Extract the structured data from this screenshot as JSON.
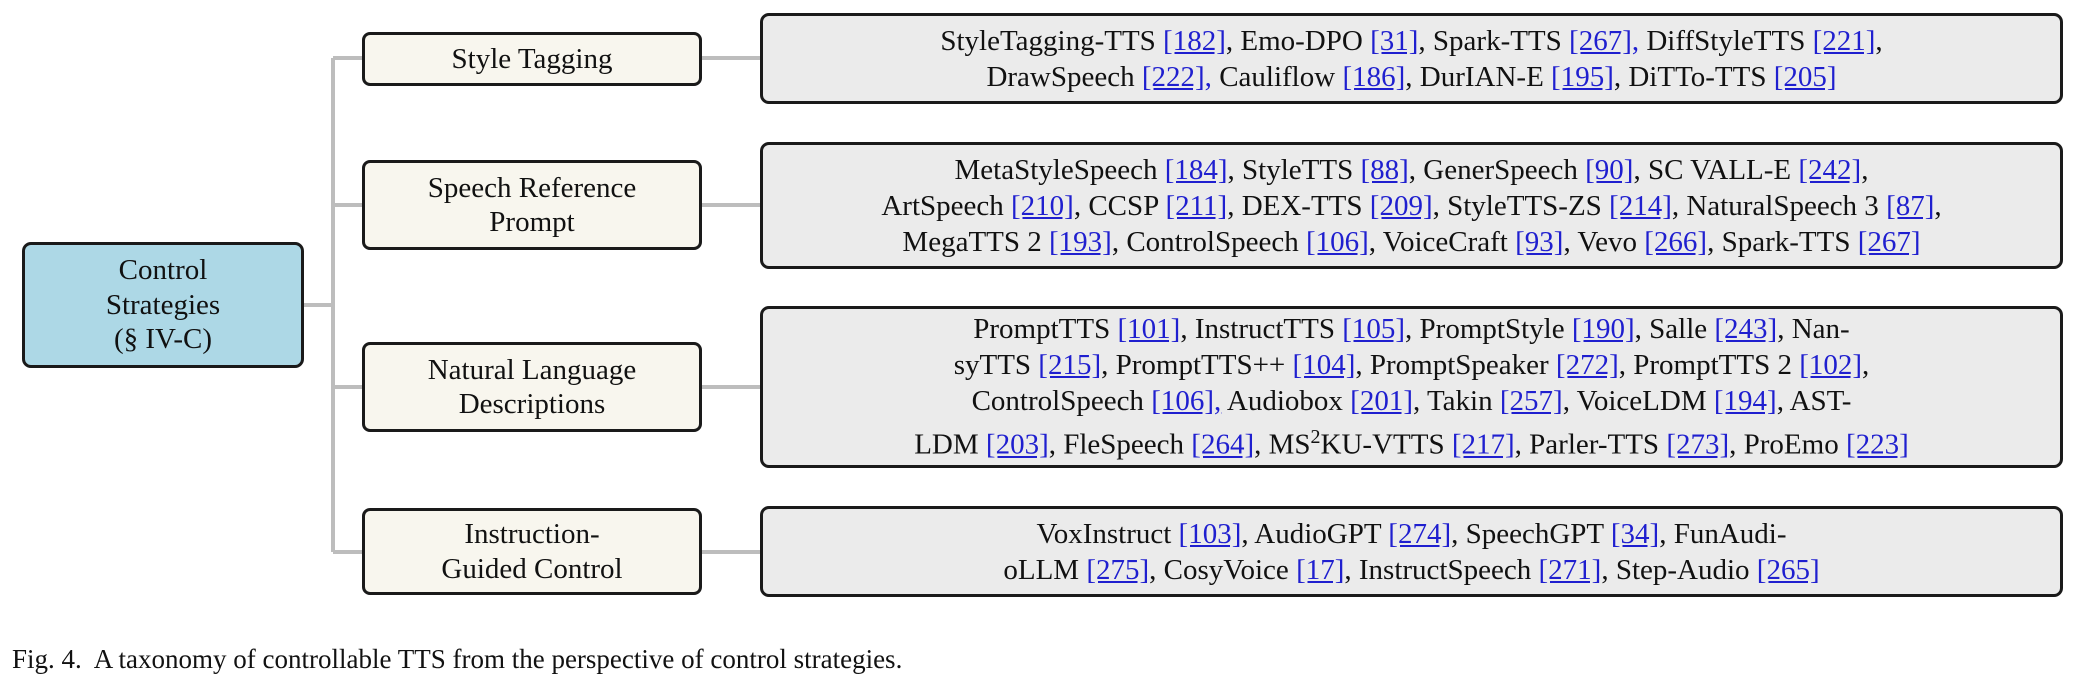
{
  "root": {
    "lines": [
      "Control",
      "Strategies",
      "(§ IV-C)"
    ]
  },
  "categories": [
    {
      "label_lines": [
        "Style Tagging"
      ],
      "lines": [
        [
          [
            "StyleTagging-TTS ",
            ""
          ],
          [
            "[182]",
            "ref"
          ],
          [
            ", Emo-DPO ",
            ""
          ],
          [
            "[31]",
            "ref"
          ],
          [
            ", Spark-TTS ",
            ""
          ],
          [
            "[267],",
            "ref"
          ],
          [
            " DiffStyleTTS ",
            ""
          ],
          [
            "[221]",
            "ref"
          ],
          [
            ",",
            ""
          ]
        ],
        [
          [
            "DrawSpeech ",
            ""
          ],
          [
            "[222],",
            "ref"
          ],
          [
            " Cauliflow ",
            ""
          ],
          [
            "[186]",
            "ref"
          ],
          [
            ", DurIAN-E ",
            ""
          ],
          [
            "[195]",
            "ref"
          ],
          [
            ", DiTTo-TTS ",
            ""
          ],
          [
            "[205]",
            "ref"
          ]
        ]
      ]
    },
    {
      "label_lines": [
        "Speech Reference",
        "Prompt"
      ],
      "lines": [
        [
          [
            "MetaStyleSpeech ",
            ""
          ],
          [
            "[184]",
            "ref"
          ],
          [
            ", StyleTTS ",
            ""
          ],
          [
            "[88]",
            "ref"
          ],
          [
            ", GenerSpeech ",
            ""
          ],
          [
            "[90]",
            "ref"
          ],
          [
            ", SC VALL-E ",
            ""
          ],
          [
            "[242]",
            "ref"
          ],
          [
            ",",
            ""
          ]
        ],
        [
          [
            "ArtSpeech ",
            ""
          ],
          [
            "[210]",
            "ref"
          ],
          [
            ", CCSP ",
            ""
          ],
          [
            "[211]",
            "ref"
          ],
          [
            ", DEX-TTS ",
            ""
          ],
          [
            "[209]",
            "ref"
          ],
          [
            ", StyleTTS-ZS ",
            ""
          ],
          [
            "[214]",
            "ref"
          ],
          [
            ", NaturalSpeech 3 ",
            ""
          ],
          [
            "[87]",
            "ref"
          ],
          [
            ",",
            ""
          ]
        ],
        [
          [
            "MegaTTS 2 ",
            ""
          ],
          [
            "[193]",
            "ref"
          ],
          [
            ", ControlSpeech ",
            ""
          ],
          [
            "[106]",
            "ref"
          ],
          [
            ", VoiceCraft ",
            ""
          ],
          [
            "[93]",
            "ref"
          ],
          [
            ", Vevo ",
            ""
          ],
          [
            "[266]",
            "ref"
          ],
          [
            ", Spark-TTS ",
            ""
          ],
          [
            "[267]",
            "ref"
          ]
        ]
      ]
    },
    {
      "label_lines": [
        "Natural Language",
        "Descriptions"
      ],
      "lines": [
        [
          [
            "PromptTTS ",
            ""
          ],
          [
            "[101]",
            "ref"
          ],
          [
            ", InstructTTS ",
            ""
          ],
          [
            "[105]",
            "ref"
          ],
          [
            ", PromptStyle ",
            ""
          ],
          [
            "[190]",
            "ref"
          ],
          [
            ", Salle ",
            ""
          ],
          [
            "[243]",
            "ref"
          ],
          [
            ", Nan-",
            ""
          ]
        ],
        [
          [
            "syTTS ",
            ""
          ],
          [
            "[215]",
            "ref"
          ],
          [
            ", PromptTTS++ ",
            ""
          ],
          [
            "[104]",
            "ref"
          ],
          [
            ", PromptSpeaker ",
            ""
          ],
          [
            "[272]",
            "ref"
          ],
          [
            ", PromptTTS 2 ",
            ""
          ],
          [
            "[102]",
            "ref"
          ],
          [
            ",",
            ""
          ]
        ],
        [
          [
            "ControlSpeech ",
            ""
          ],
          [
            "[106],",
            "ref"
          ],
          [
            " Audiobox ",
            ""
          ],
          [
            "[201]",
            "ref"
          ],
          [
            ", Takin ",
            ""
          ],
          [
            "[257]",
            "ref"
          ],
          [
            ", VoiceLDM ",
            ""
          ],
          [
            "[194]",
            "ref"
          ],
          [
            ", AST-",
            ""
          ]
        ],
        [
          [
            "LDM ",
            ""
          ],
          [
            "[203]",
            "ref"
          ],
          [
            ", FleSpeech ",
            ""
          ],
          [
            "[264]",
            "ref"
          ],
          [
            ", MS",
            ""
          ],
          [
            "2",
            "sup"
          ],
          [
            "KU-VTTS ",
            ""
          ],
          [
            "[217]",
            "ref"
          ],
          [
            ", Parler-TTS ",
            ""
          ],
          [
            "[273]",
            "ref"
          ],
          [
            ", ProEmo ",
            ""
          ],
          [
            "[223]",
            "ref"
          ]
        ]
      ]
    },
    {
      "label_lines": [
        "Instruction-",
        "Guided Control"
      ],
      "lines": [
        [
          [
            "VoxInstruct ",
            ""
          ],
          [
            "[103]",
            "ref"
          ],
          [
            ", AudioGPT ",
            ""
          ],
          [
            "[274]",
            "ref"
          ],
          [
            ", SpeechGPT ",
            ""
          ],
          [
            "[34]",
            "ref"
          ],
          [
            ", FunAudi-",
            ""
          ]
        ],
        [
          [
            "oLLM ",
            ""
          ],
          [
            "[275]",
            "ref"
          ],
          [
            ", CosyVoice ",
            ""
          ],
          [
            "[17]",
            "ref"
          ],
          [
            ", InstructSpeech ",
            ""
          ],
          [
            "[271]",
            "ref"
          ],
          [
            ", Step-Audio ",
            ""
          ],
          [
            "[265]",
            "ref"
          ]
        ]
      ]
    }
  ],
  "caption": "Fig. 4.  A taxonomy of controllable TTS from the perspective of control strategies.",
  "colors": {
    "root_fill": "#add8e6",
    "category_fill": "#f8f6ee",
    "leaf_fill": "#ebebeb",
    "link": "#1f1fcf",
    "connector": "#bdbdbd"
  }
}
